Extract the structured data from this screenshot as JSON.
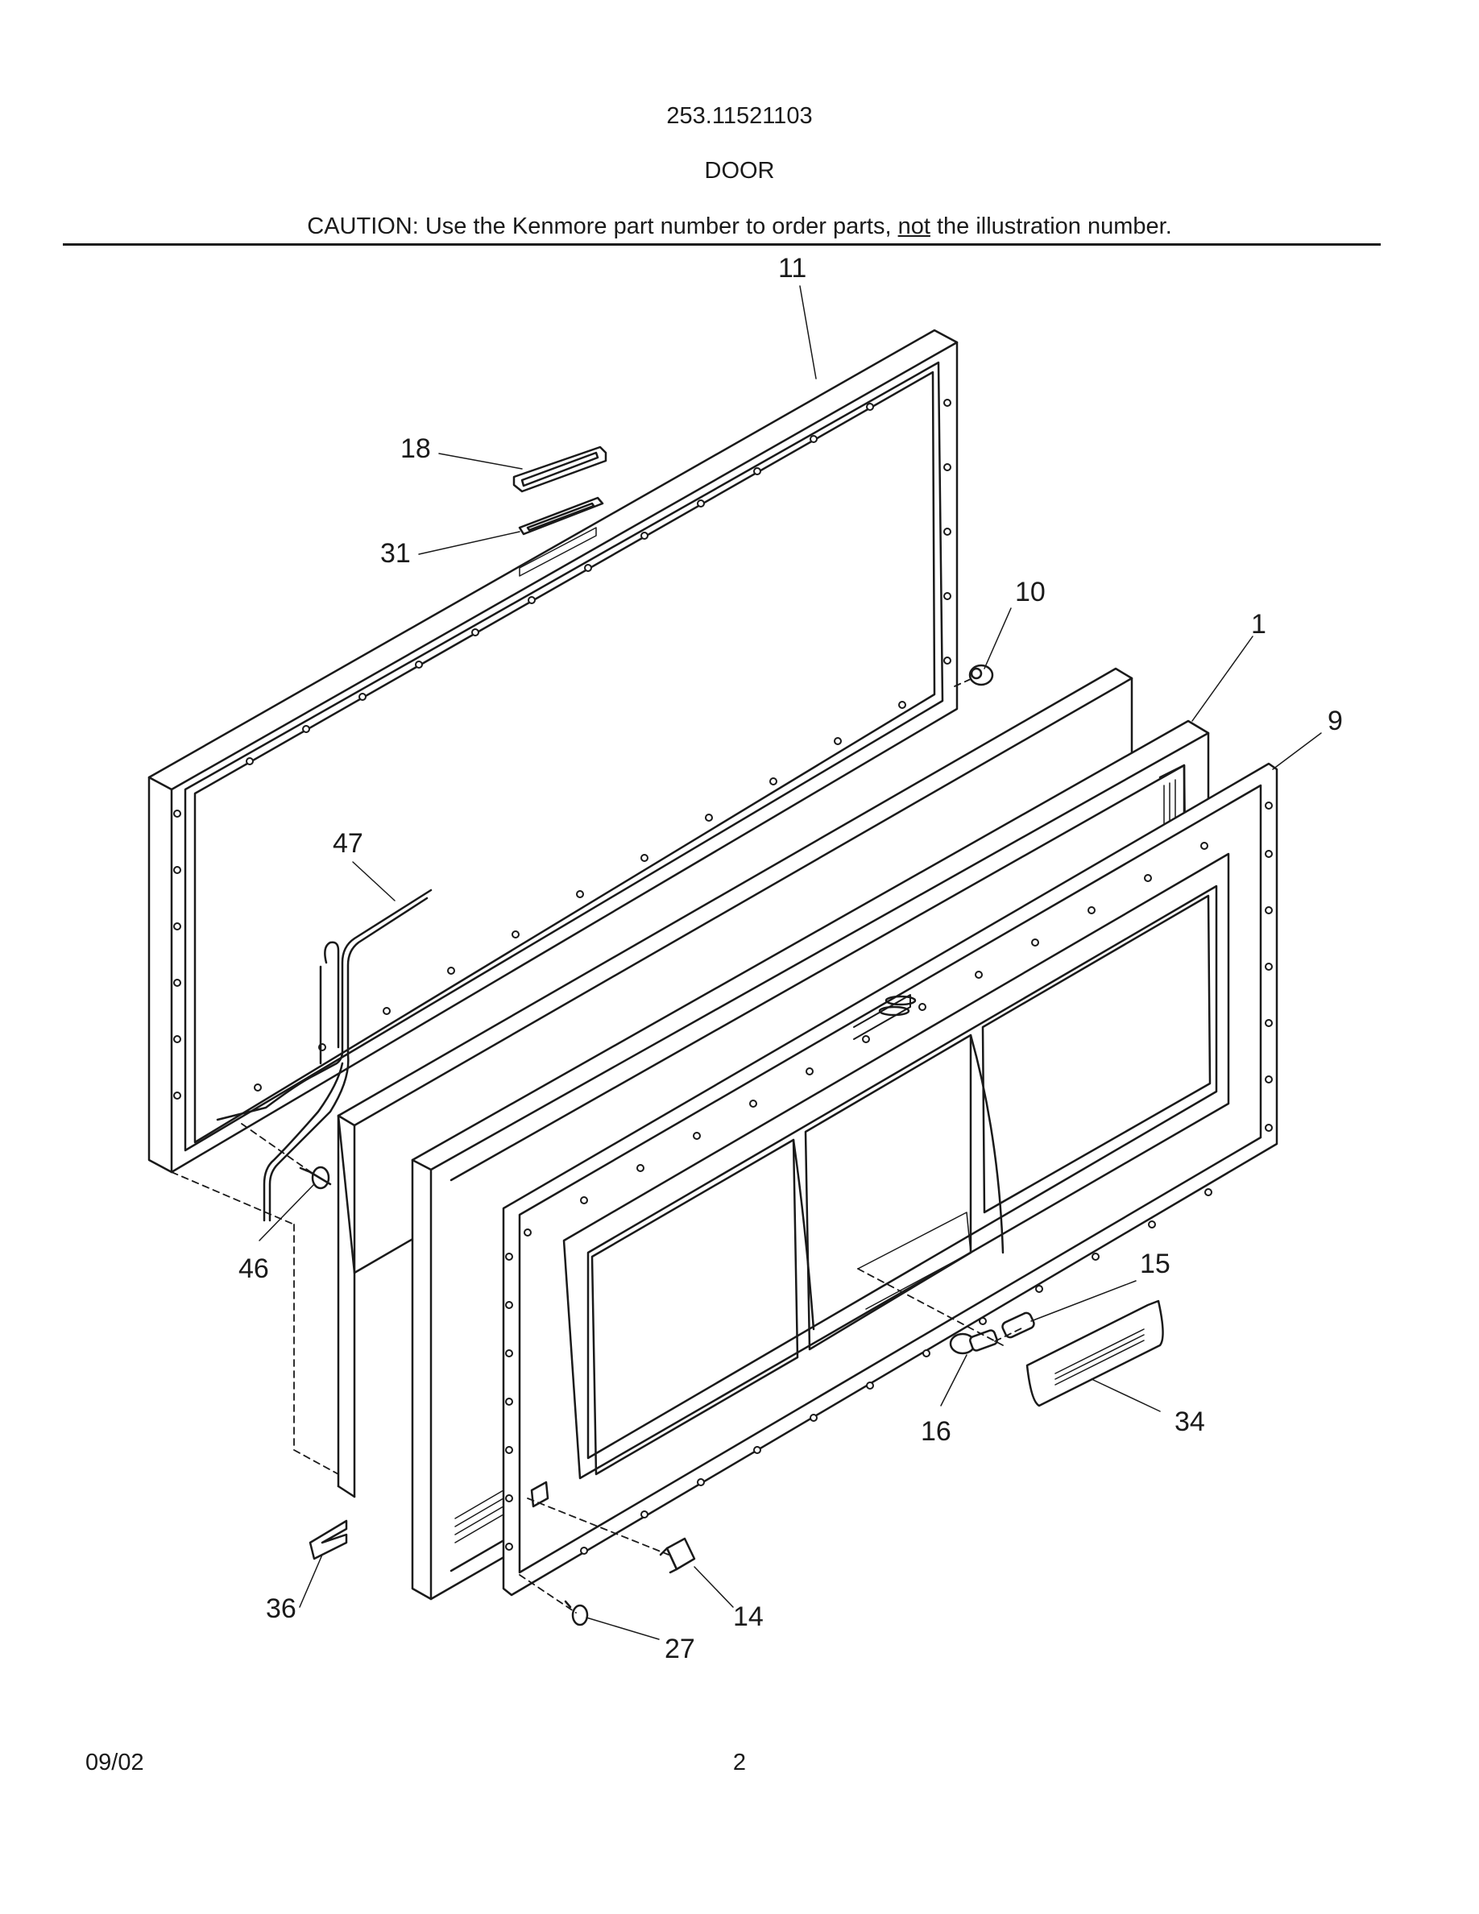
{
  "header": {
    "model_number": "253.11521103",
    "section_title": "DOOR",
    "caution_prefix": "CAUTION: Use the Kenmore part number to order parts, ",
    "caution_emphasis": "not",
    "caution_suffix": " the illustration number."
  },
  "callouts": {
    "c11": "11",
    "c18": "18",
    "c31": "31",
    "c10": "10",
    "c1": "1",
    "c9": "9",
    "c47": "47",
    "c46": "46",
    "c15": "15",
    "c16": "16",
    "c34": "34",
    "c36": "36",
    "c14": "14",
    "c27": "27"
  },
  "footer": {
    "date": "09/02",
    "page": "2"
  }
}
